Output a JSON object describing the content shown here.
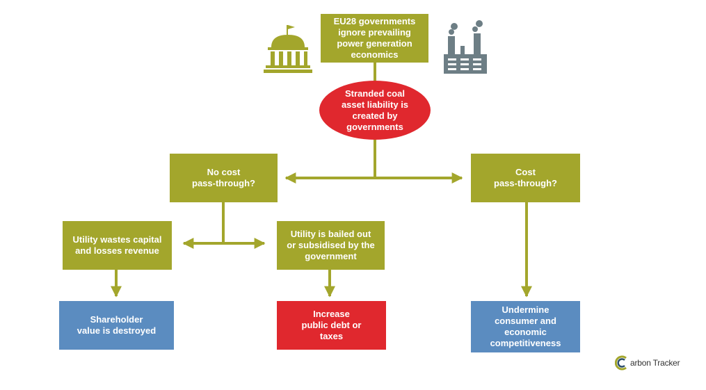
{
  "diagram": {
    "top": "EU28 governments\nignore prevailing\npower generation\neconomics",
    "center": "Stranded coal\nasset liability is\ncreated by\ngovernments",
    "no_cost": "No cost\npass-through?",
    "cost": "Cost\npass-through?",
    "utility_wastes": "Utility wastes capital\nand losses revenue",
    "utility_bailed": "Utility is bailed out\nor subsidised by the\ngovernment",
    "shareholder": "Shareholder\nvalue is destroyed",
    "public_debt": "Increase\npublic debt or\ntaxes",
    "undermine": "Undermine\nconsumer and\neconomic\ncompetitiveness"
  },
  "logo": {
    "prefix": "C",
    "text": "arbon Tracker"
  },
  "colors": {
    "olive": "#a3a62c",
    "blue": "#5b8cc0",
    "red": "#e0282e",
    "icon_gray": "#6d7e85"
  },
  "icons": [
    "government-building-icon",
    "factory-icon"
  ]
}
